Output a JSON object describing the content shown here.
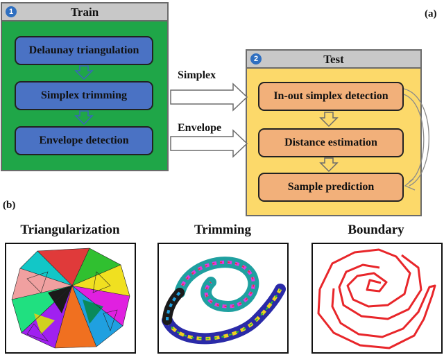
{
  "panel_a": {
    "tag": "(a)",
    "train": {
      "number": "1",
      "title": "Train",
      "steps": [
        "Delaunay triangulation",
        "Simplex trimming",
        "Envelope detection"
      ]
    },
    "test": {
      "number": "2",
      "title": "Test",
      "steps": [
        "In-out simplex detection",
        "Distance estimation",
        "Sample prediction"
      ]
    },
    "arrows": {
      "upper": "Simplex",
      "lower": "Envelope"
    }
  },
  "panel_b": {
    "tag": "(b)",
    "figures": [
      "Triangularization",
      "Trimming",
      "Boundary"
    ]
  },
  "colors": {
    "train_bg": "#1fa648",
    "test_bg": "#fcd96a",
    "train_step": "#4a72c4",
    "test_step": "#f2b07a",
    "boundary": "#e8262a"
  }
}
